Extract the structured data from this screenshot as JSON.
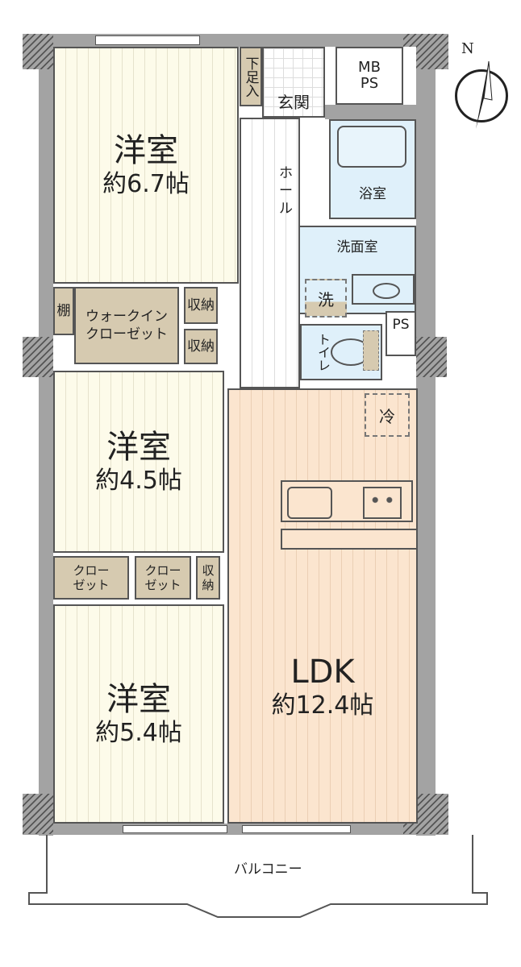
{
  "rooms": {
    "western1": {
      "name": "洋室",
      "area": "約6.7帖"
    },
    "western2": {
      "name": "洋室",
      "area": "約4.5帖"
    },
    "western3": {
      "name": "洋室",
      "area": "約5.4帖"
    },
    "ldk": {
      "name": "LDK",
      "area": "約12.4帖"
    },
    "shoe_storage": "下足入",
    "entrance": "玄関",
    "mbps": "MB\nPS",
    "hall": "ホール",
    "bathroom": "浴室",
    "washroom": "洗面室",
    "washer": "洗",
    "ps": "PS",
    "toilet": "トイレ",
    "shelf": "棚",
    "walk_in_closet": "ウォークイン\nクローゼット",
    "storage_a": "収納",
    "storage_b": "収納",
    "closet_a": "クロー\nゼット",
    "closet_b": "クロー\nゼット",
    "storage_c": "収\n納",
    "fridge": "冷",
    "balcony": "バルコニー"
  },
  "compass": {
    "label": "N"
  },
  "colors": {
    "wall": "#a3a3a3",
    "room": "#fdfbea",
    "ldk": "#fbe5cf",
    "wet": "#dff0fa",
    "closet": "#d6cab0"
  }
}
